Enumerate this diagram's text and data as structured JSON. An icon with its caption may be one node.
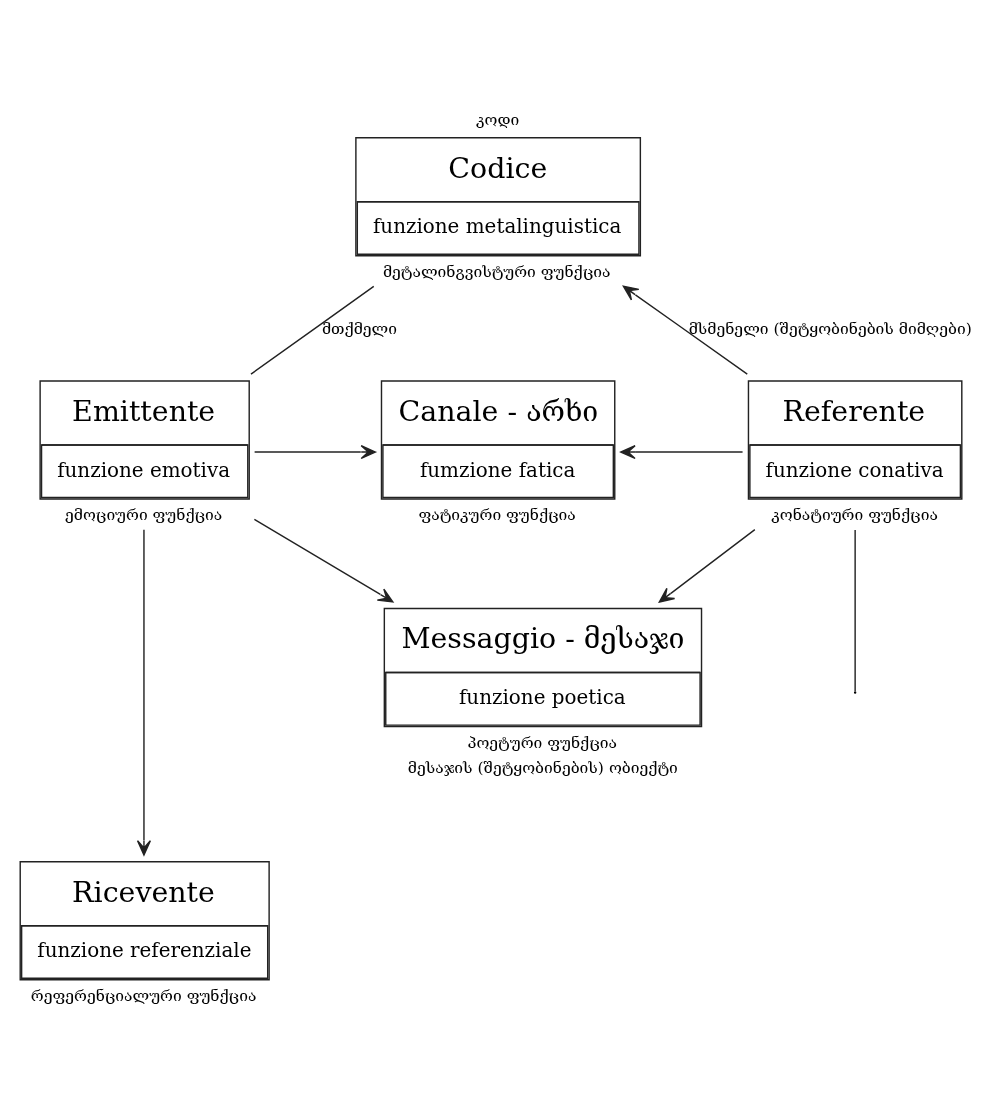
{
  "diagram": {
    "nodes": [
      {
        "text": [
          "Codice",
          "funzione metalinguistica"
        ],
        "beside": [
          "კოდი",
          "მეტალინგვისტური ფუნქცია"
        ]
      },
      {
        "text": [
          "Emittente",
          "funzione emotiva"
        ],
        "beside": [
          "ემოციური ფუნქცია"
        ]
      },
      {
        "text": [
          "Canale - არხი",
          "fumzione fatica"
        ],
        "beside": [
          "ფატიკური ფუნქცია"
        ]
      },
      {
        "text": [
          "Referente",
          "funzione conativa"
        ],
        "beside": [
          "კონატიური ფუნქცია"
        ]
      },
      {
        "text": [
          "Messaggio - მესაჯი",
          "funzione poetica"
        ],
        "beside": [
          "პოეტური ფუნქცია",
          "მესაჯის (შეტყობინების) ობიექტი"
        ]
      },
      {
        "text": [
          "Ricevente",
          "funzione referenziale"
        ],
        "beside": [
          "რეფერენციალური ფუნქცია"
        ]
      }
    ],
    "edges": [
      {
        "from": 0,
        "to": 1,
        "arrow": "none",
        "label": "მთქმელი"
      },
      {
        "from": 3,
        "to": 0,
        "arrow": "to",
        "label": "მსმენელი (შეტყობინების მიმღები)"
      },
      {
        "from": 1,
        "to": 2,
        "arrow": "to"
      },
      {
        "from": 1,
        "to": 4,
        "arrow": "to"
      },
      {
        "from": 3,
        "to": 2,
        "arrow": "to"
      },
      {
        "from": 3,
        "to": 4,
        "arrow": "to"
      },
      {
        "from": 1,
        "to": 5,
        "arrow": "to"
      },
      {
        "from": 3,
        "to": null,
        "arrow": "none"
      }
    ]
  }
}
